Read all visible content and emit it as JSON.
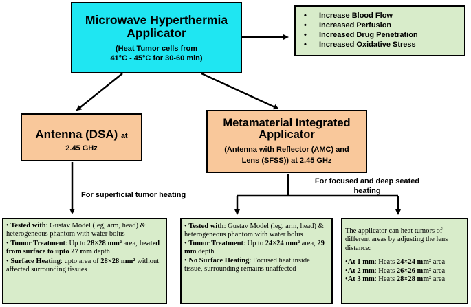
{
  "colors": {
    "top_fill": "#1fe6f2",
    "orange_fill": "#f9c89b",
    "green_fill": "#d8ecca",
    "stroke": "#000000"
  },
  "top_box": {
    "title": "Microwave Hyperthermia Applicator",
    "subtitle_line1": "(Heat Tumor cells from",
    "subtitle_line2": "41°C - 45°C for 30-60 min)"
  },
  "effects_box": {
    "items": [
      "Increase Blood Flow",
      "Increased Perfusion",
      "Increased Drug Penetration",
      "Increased Oxidative Stress"
    ]
  },
  "antenna_box": {
    "title": "Antenna (DSA)",
    "title_suffix": "at",
    "freq": "2.45 GHz"
  },
  "meta_box": {
    "title_line1": "Metamaterial Integrated",
    "title_line2": "Applicator",
    "sub_line1": "(Antenna with Reflector (AMC) and",
    "sub_line2": "Lens (SFSS)) at 2.45 GHz"
  },
  "labels": {
    "superficial": "For superficial tumor heating",
    "focused_line1": "For focused and deep seated",
    "focused_line2": "heating"
  },
  "left_detail": {
    "tested_label": "Tested with",
    "tested_text": ": Gustav Model (leg, arm, head) & heterogeneous phantom with water bolus",
    "treat_label": "Tumor Treatment",
    "treat_text": ": Up to ",
    "treat_size": "28×28 mm²",
    "treat_area": " area, ",
    "treat_bold2": "heated from surface to upto 27 mm",
    "treat_tail": " depth",
    "surface_label": "Surface Heating",
    "surface_text": ": upto area of  ",
    "surface_size": "28×28 mm²",
    "surface_tail": "  without affected surrounding tissues"
  },
  "mid_detail": {
    "tested_label": "Tested with",
    "tested_text": ": Gustav Model (leg, arm, head) & heterogeneous phantom with water bolus",
    "treat_label": "Tumor Treatment",
    "treat_text": ": Up to ",
    "treat_size": "24×24 mm²",
    "treat_tail1": " area, ",
    "treat_depth": "29 mm",
    "treat_tail2": " depth",
    "nosurf_label": "No Surface Heating",
    "nosurf_text": ": Focused heat inside tissue, surrounding remains unaffected"
  },
  "right_detail": {
    "intro": "The applicator can heat tumors of different areas by adjusting the lens distance:",
    "items": [
      {
        "label": "At 1 mm",
        "text": ": Heats ",
        "size": "24×24 mm²",
        "tail": " area"
      },
      {
        "label": "At 2 mm",
        "text": ": Heats ",
        "size": "26×26 mm²",
        "tail": " area"
      },
      {
        "label": "At 3 mm",
        "text": ": Heats ",
        "size": "28×28 mm²",
        "tail": " area"
      }
    ]
  }
}
